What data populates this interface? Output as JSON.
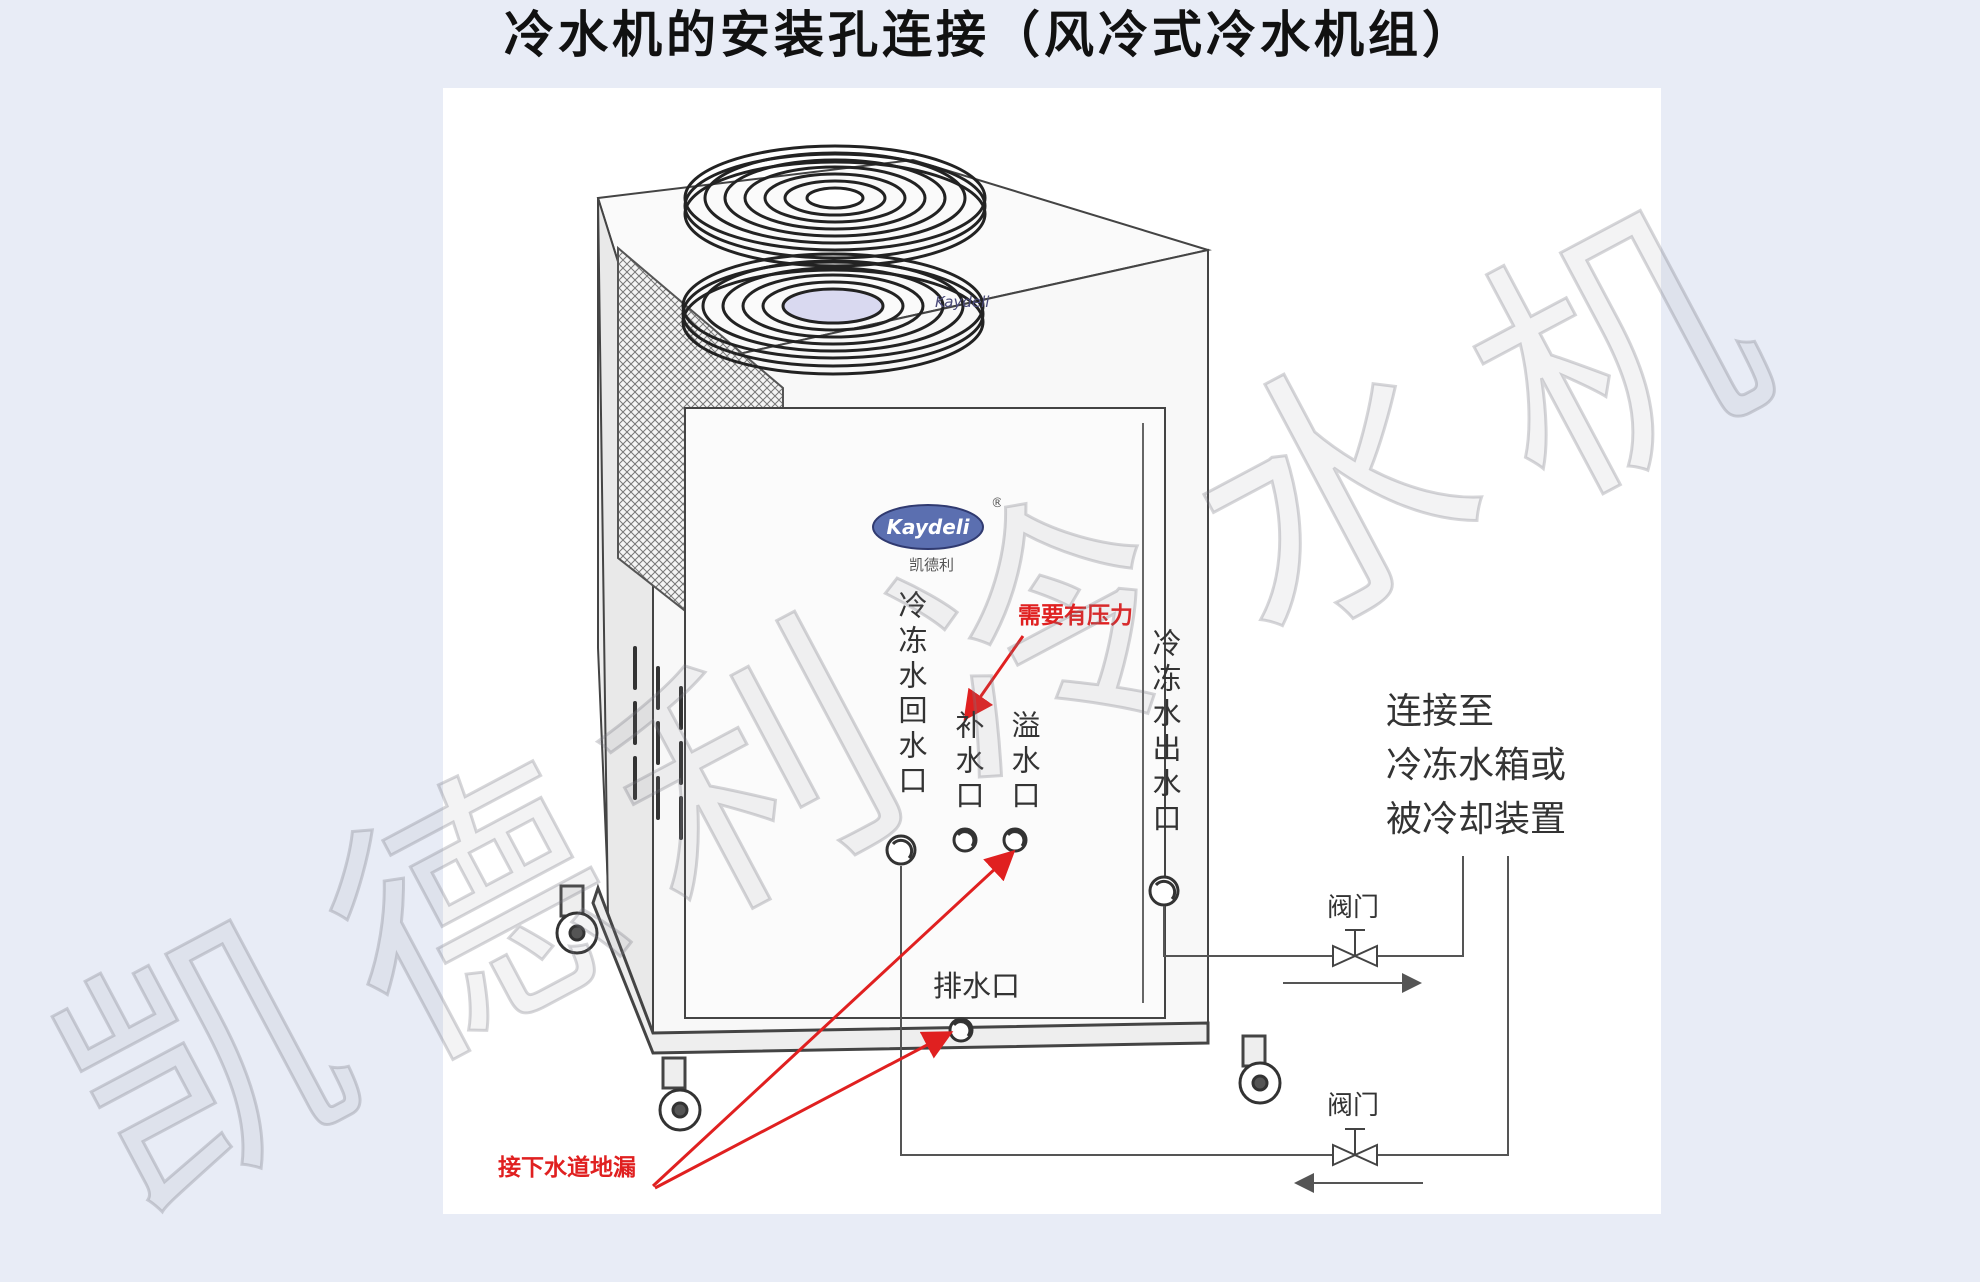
{
  "title": "冷水机的安装孔连接（风冷式冷水机组）",
  "brand": {
    "logo_text": "Kaydeli",
    "registered_mark": "®",
    "name_cn": "凯德利",
    "fan_logo_text": "Kaydeli"
  },
  "ports": {
    "chilled_return": "冷冻水回水口",
    "makeup": "补水口",
    "overflow": "溢水口",
    "chilled_supply": "冷冻水出水口",
    "drain": "排水口"
  },
  "annotations": {
    "pressure_note": "需要有压力",
    "floor_drain_note": "接下水道地漏"
  },
  "connection": {
    "line1": "连接至",
    "line2": "冷冻水箱或",
    "line3": "被冷却装置"
  },
  "valves": {
    "upper": "阀门",
    "lower": "阀门"
  },
  "watermark": {
    "text": "凯德利冷水机",
    "chars": [
      "凯",
      "德",
      "利",
      "冷",
      "水",
      "机"
    ]
  },
  "colors": {
    "annotation_red": "#e02020",
    "line_gray": "#555555",
    "background": "#e8ecf6"
  }
}
